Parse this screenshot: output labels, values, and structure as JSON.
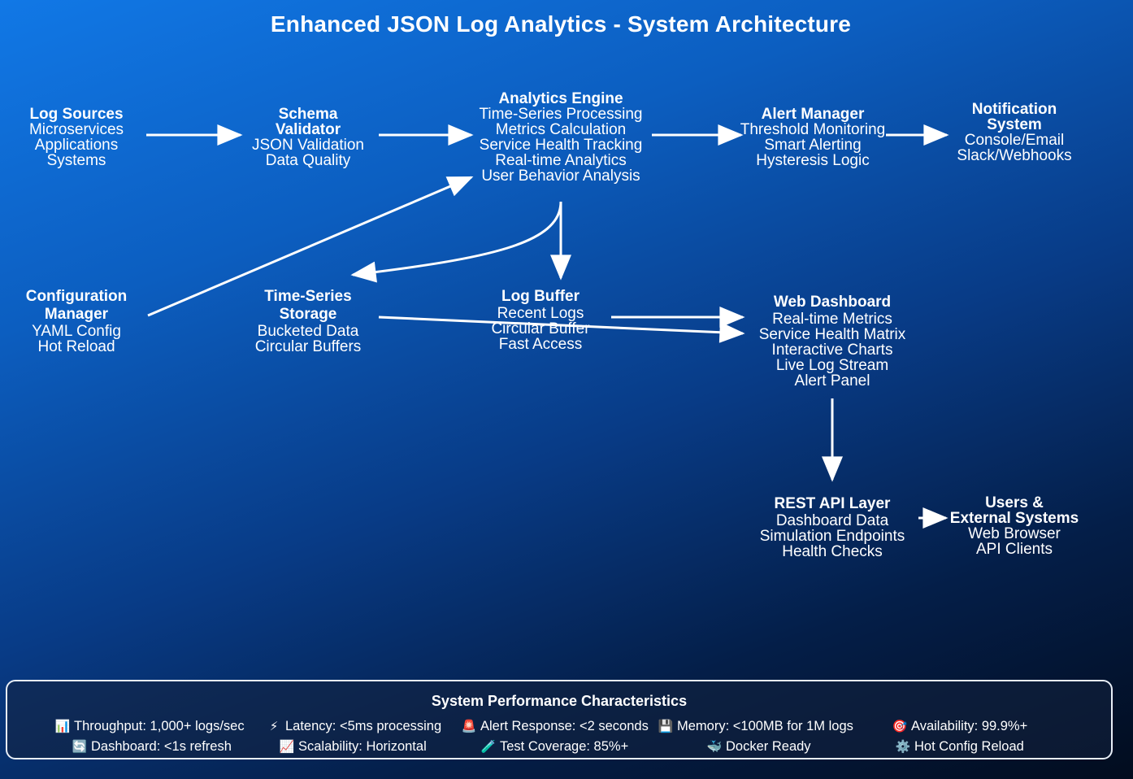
{
  "title": "Enhanced JSON Log Analytics - System Architecture",
  "nodes": {
    "log_sources": {
      "title": [
        "Log Sources"
      ],
      "lines": [
        "Microservices",
        "Applications",
        "Systems"
      ]
    },
    "schema_validator": {
      "title": [
        "Schema",
        "Validator"
      ],
      "lines": [
        "JSON Validation",
        "Data Quality"
      ]
    },
    "analytics_engine": {
      "title": [
        "Analytics Engine"
      ],
      "lines": [
        "Time-Series Processing",
        "Metrics Calculation",
        "Service Health Tracking",
        "Real-time Analytics",
        "User Behavior Analysis"
      ]
    },
    "alert_manager": {
      "title": [
        "Alert Manager"
      ],
      "lines": [
        "Threshold Monitoring",
        "Smart Alerting",
        "Hysteresis Logic"
      ]
    },
    "notification_system": {
      "title": [
        "Notification",
        "System"
      ],
      "lines": [
        "Console/Email",
        "Slack/Webhooks"
      ]
    },
    "configuration_manager": {
      "title": [
        "Configuration",
        "Manager"
      ],
      "lines": [
        "YAML Config",
        "Hot Reload"
      ]
    },
    "time_series_storage": {
      "title": [
        "Time-Series",
        "Storage"
      ],
      "lines": [
        "Bucketed Data",
        "Circular Buffers"
      ]
    },
    "log_buffer": {
      "title": [
        "Log Buffer"
      ],
      "lines": [
        "Recent Logs",
        "Circular Buffer",
        "Fast Access"
      ]
    },
    "web_dashboard": {
      "title": [
        "Web Dashboard"
      ],
      "lines": [
        "Real-time Metrics",
        "Service Health Matrix",
        "Interactive Charts",
        "Live Log Stream",
        "Alert Panel"
      ]
    },
    "rest_api_layer": {
      "title": [
        "REST API Layer"
      ],
      "lines": [
        "Dashboard Data",
        "Simulation Endpoints",
        "Health Checks"
      ]
    },
    "users_external": {
      "title": [
        "Users &",
        "External Systems"
      ],
      "lines": [
        "Web Browser",
        "API Clients"
      ]
    }
  },
  "performance": {
    "title": "System Performance Characteristics",
    "row1": [
      {
        "icon": "bar-chart-icon",
        "glyph": "📊",
        "text": "Throughput: 1,000+ logs/sec"
      },
      {
        "icon": "lightning-icon",
        "glyph": "⚡",
        "text": "Latency: <5ms processing"
      },
      {
        "icon": "siren-icon",
        "glyph": "🚨",
        "text": "Alert Response: <2 seconds"
      },
      {
        "icon": "floppy-disk-icon",
        "glyph": "💾",
        "text": "Memory: <100MB for 1M logs"
      },
      {
        "icon": "target-icon",
        "glyph": "🎯",
        "text": "Availability: 99.9%+"
      }
    ],
    "row2": [
      {
        "icon": "refresh-icon",
        "glyph": "🔄",
        "text": "Dashboard: <1s refresh"
      },
      {
        "icon": "trending-up-icon",
        "glyph": "📈",
        "text": "Scalability: Horizontal"
      },
      {
        "icon": "test-tube-icon",
        "glyph": "🧪",
        "text": "Test Coverage: 85%+"
      },
      {
        "icon": "whale-icon",
        "glyph": "🐳",
        "text": "Docker Ready"
      },
      {
        "icon": "gear-icon",
        "glyph": "⚙️",
        "text": "Hot Config Reload"
      }
    ]
  }
}
